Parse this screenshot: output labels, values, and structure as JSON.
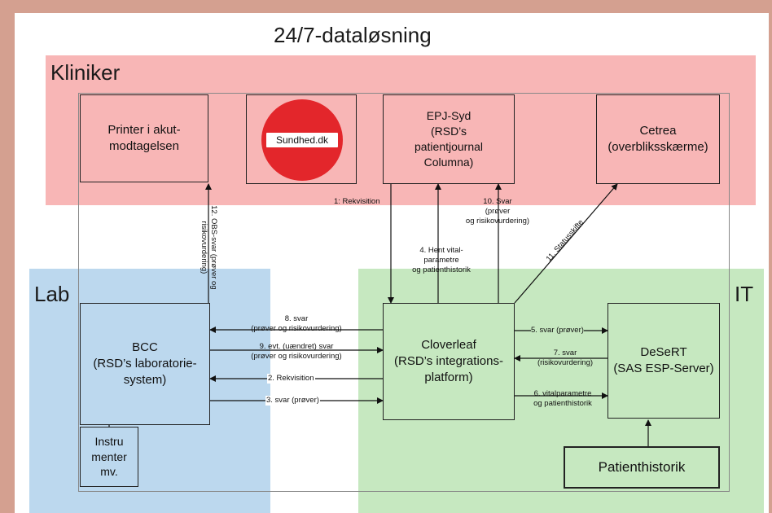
{
  "title": "24/7-dataløsning",
  "zones": {
    "kliniker": "Kliniker",
    "lab": "Lab",
    "it": "IT"
  },
  "colors": {
    "kliniker_bg": "#f8b6b6",
    "lab_bg": "#bcd8ee",
    "it_bg": "#c6e8c0",
    "frame": "#d4a090",
    "sign_red": "#e3262b"
  },
  "boxes": {
    "printer": "Printer i akut-\nmodtagelsen",
    "sundhed": "Sundhed.dk",
    "epj": "EPJ-Syd\n(RSD’s\npatientjournal\nColumna)",
    "cetrea": "Cetrea\n(overbliksskærme)",
    "bcc": "BCC\n(RSD’s laboratorie-\nsystem)",
    "instrumenter": "Instru\nmenter\nmv.",
    "cloverleaf": "Cloverleaf\n(RSD’s integrations-\nplatform)",
    "desert": "DeSeRT\n(SAS ESP-Server)",
    "patienthistorik": "Patienthistorik"
  },
  "arrows": {
    "a1": "1: Rekvisition",
    "a2": "2. Rekvisition",
    "a3": "3. svar (prøver)",
    "a4": "4. Hent vital-\nparametre\nog patienthistorik",
    "a5": "5. svar (prøver)",
    "a6": "6. vitalparametre\nog patienthistorik",
    "a7": "7. svar\n(risikovurdering)",
    "a8": "8. svar\n(prøver og risikovurdering)",
    "a9": "9. evt. (uændret) svar\n(prøver og risikovurdering)",
    "a10": "10. Svar\n(prøver\nog risikovurdering)",
    "a11": "11. Statusskifte",
    "a12": "12. OBS-svar (prøver og\nrisikovurdering)"
  }
}
